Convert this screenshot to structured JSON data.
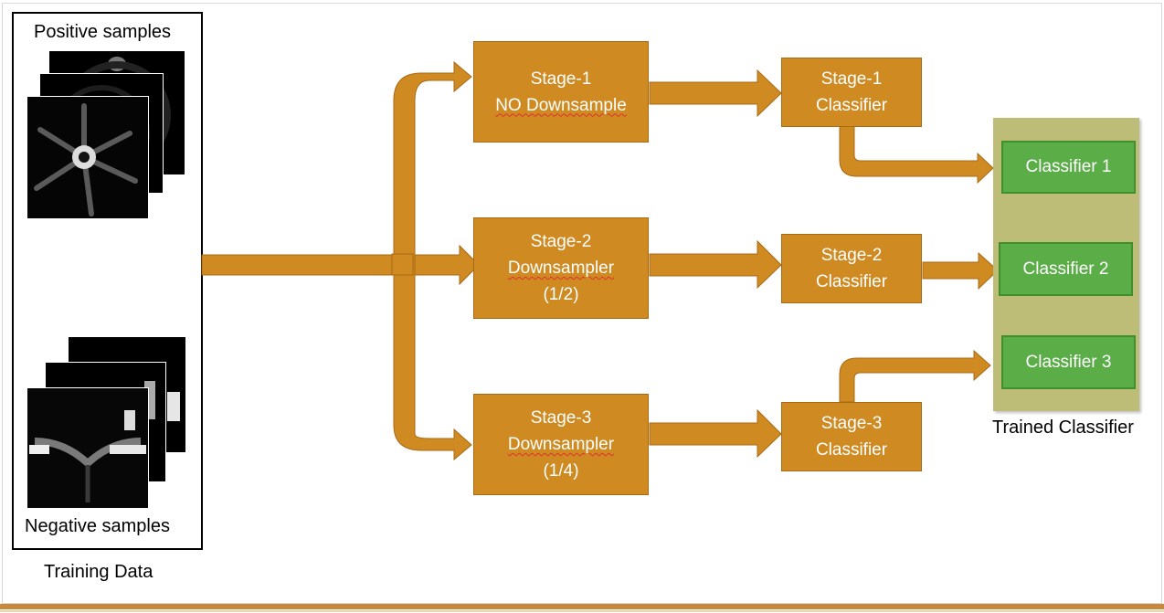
{
  "training": {
    "positive_label": "Positive samples",
    "negative_label": "Negative samples",
    "caption": "Training Data"
  },
  "stages": [
    {
      "line1": "Stage-1",
      "line2": "NO Downsample",
      "line3": ""
    },
    {
      "line1": "Stage-2",
      "line2": "Downsampler",
      "line3": "(1/2)"
    },
    {
      "line1": "Stage-3",
      "line2": "Downsampler",
      "line3": "(1/4)"
    }
  ],
  "stage_classifiers": [
    {
      "line1": "Stage-1",
      "line2": "Classifier"
    },
    {
      "line1": "Stage-2",
      "line2": "Classifier"
    },
    {
      "line1": "Stage-3",
      "line2": "Classifier"
    }
  ],
  "trained": {
    "caption": "Trained Classifier",
    "items": [
      "Classifier 1",
      "Classifier 2",
      "Classifier 3"
    ]
  },
  "colors": {
    "stage_fill": "#cf8a22",
    "arrow_fill": "#cf8a22",
    "final_fill": "#5aad47",
    "panel_fill": "#bdbd78"
  }
}
